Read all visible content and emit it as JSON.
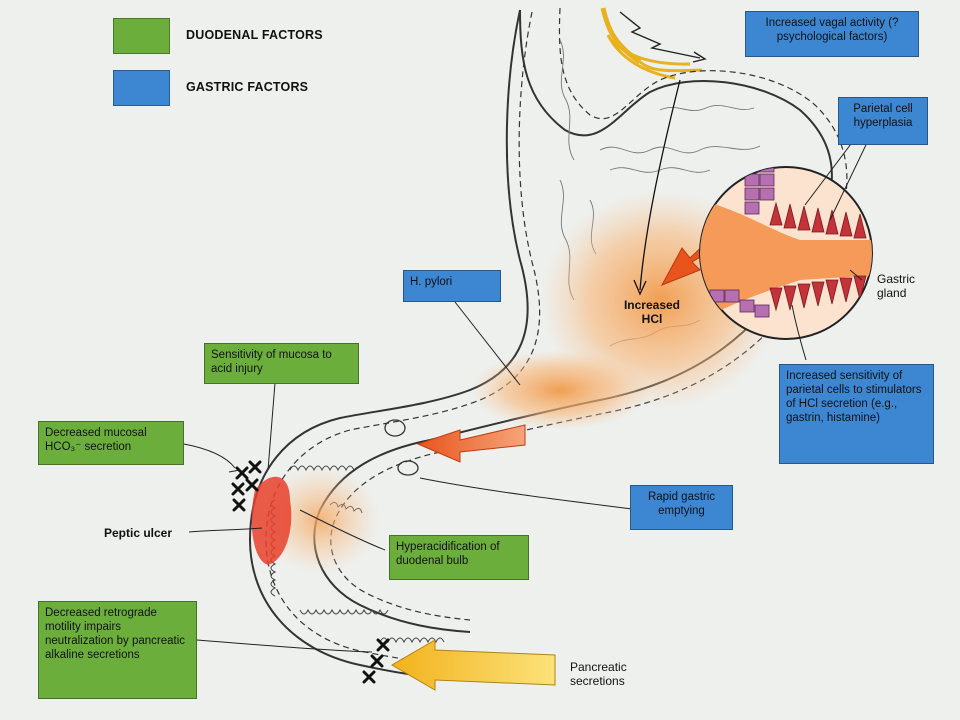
{
  "legend": {
    "duodenal_label": "DUODENAL FACTORS",
    "gastric_label": "GASTRIC FACTORS",
    "duodenal_color": "#6cae3b",
    "gastric_color": "#3d86d2"
  },
  "labels": {
    "vagal": "Increased vagal activity (? psychological factors)",
    "parietal_hyperplasia": "Parietal cell hyperplasia",
    "gastric_gland": "Gastric gland",
    "h_pylori": "H. pylori",
    "increased_hcl": "Increased HCl",
    "sensitivity_mucosa": "Sensitivity of mucosa to acid injury",
    "decreased_hco3": "Decreased mucosal HCO₃⁻ secretion",
    "increased_sensitivity": "Increased sensitivity of parietal cells to stimulators of HCl secretion (e.g., gastrin, histamine)",
    "rapid_emptying": "Rapid gastric emptying",
    "peptic_ulcer": "Peptic ulcer",
    "hyperacidification": "Hyperacidification of duodenal bulb",
    "decreased_retrograde": "Decreased retrograde motility impairs neutralization by pancreatic alkaline secretions",
    "pancreatic": "Pancreatic secretions"
  },
  "colors": {
    "acid_arrow": "#e8541c",
    "pancreatic_arrow": "#f5c430",
    "nerve": "#e8b21e",
    "gland": "#c4323a",
    "parietal_cells": "#b66fb0"
  }
}
